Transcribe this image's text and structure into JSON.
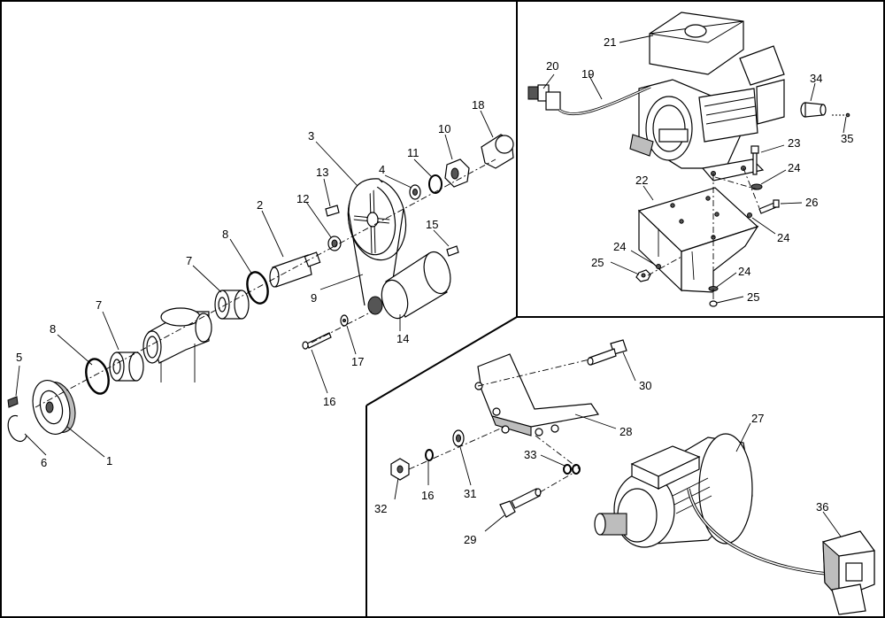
{
  "diagram": {
    "part_labels": {
      "p1": "1",
      "p2": "2",
      "p3": "3",
      "p4": "4",
      "p5": "5",
      "p6": "6",
      "p7a": "7",
      "p7b": "7",
      "p8a": "8",
      "p8b": "8",
      "p9": "9",
      "p10": "10",
      "p11": "11",
      "p12": "12",
      "p13": "13",
      "p14": "14",
      "p15": "15",
      "p16a": "16",
      "p16b": "16",
      "p17": "17",
      "p18": "18",
      "p19": "19",
      "p20": "20",
      "p21": "21",
      "p22": "22",
      "p23": "23",
      "p24a": "24",
      "p24b": "24",
      "p24c": "24",
      "p24d": "24",
      "p25a": "25",
      "p25b": "25",
      "p26": "26",
      "p27": "27",
      "p28": "28",
      "p29": "29",
      "p30": "30",
      "p31": "31",
      "p32": "32",
      "p33": "33",
      "p34": "34",
      "p35": "35",
      "p36": "36"
    }
  }
}
